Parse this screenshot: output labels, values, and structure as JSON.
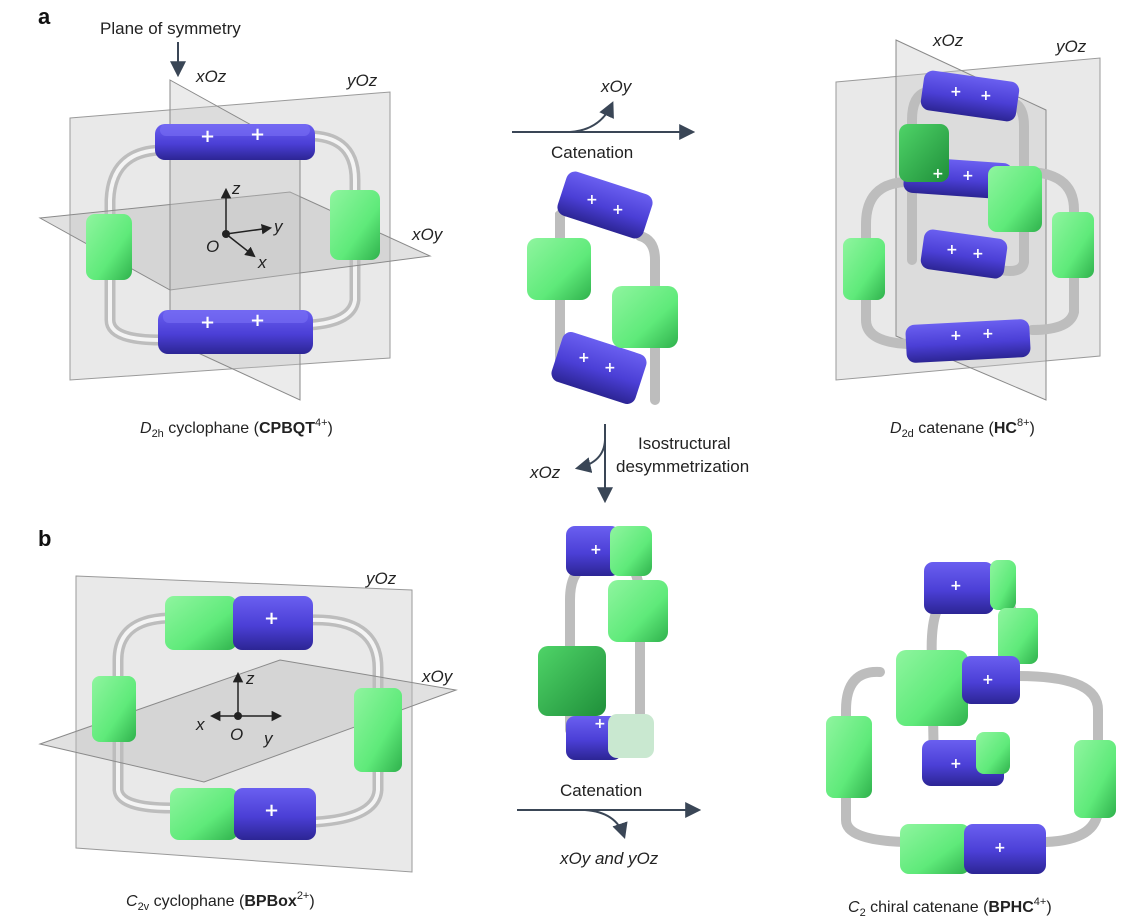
{
  "panels": {
    "a": "a",
    "b": "b"
  },
  "plane_labels": {
    "symmetry": "Plane of symmetry",
    "xoz": "xOz",
    "yoz": "yOz",
    "xoy": "xOy",
    "xoy_and_yoz": "xOy and yOz"
  },
  "axes": {
    "z": "z",
    "y": "y",
    "x": "x",
    "o": "O"
  },
  "process": {
    "catenation": "Catenation",
    "isostructural_1": "Isostructural",
    "isostructural_2": "desymmetrization"
  },
  "captions": {
    "cpbqt": {
      "sym": "D",
      "sub": "2h",
      "text": " cyclophane (",
      "name": "CPBQT",
      "sup": "4+",
      "close": ")"
    },
    "hc": {
      "sym": "D",
      "sub": "2d",
      "text": " catenane (",
      "name": "HC",
      "sup": "8+",
      "close": ")"
    },
    "bpbox": {
      "sym": "C",
      "sub": "2v",
      "text": " cyclophane (",
      "name": "BPBox",
      "sup": "2+",
      "close": ")"
    },
    "bphc": {
      "sym": "C",
      "sub": "2",
      "text": " chiral catenane (",
      "name": "BPHC",
      "sup": "4+",
      "close": ")"
    }
  },
  "plus_sign": "+",
  "colors": {
    "blue": "#4b3fd6",
    "blue_dark": "#2c2594",
    "green": "#5fea7a",
    "green_dark": "#2fb14c",
    "tube": "#d8d8d8",
    "plane": "#cfcfcf",
    "arrow": "#3a4656"
  }
}
